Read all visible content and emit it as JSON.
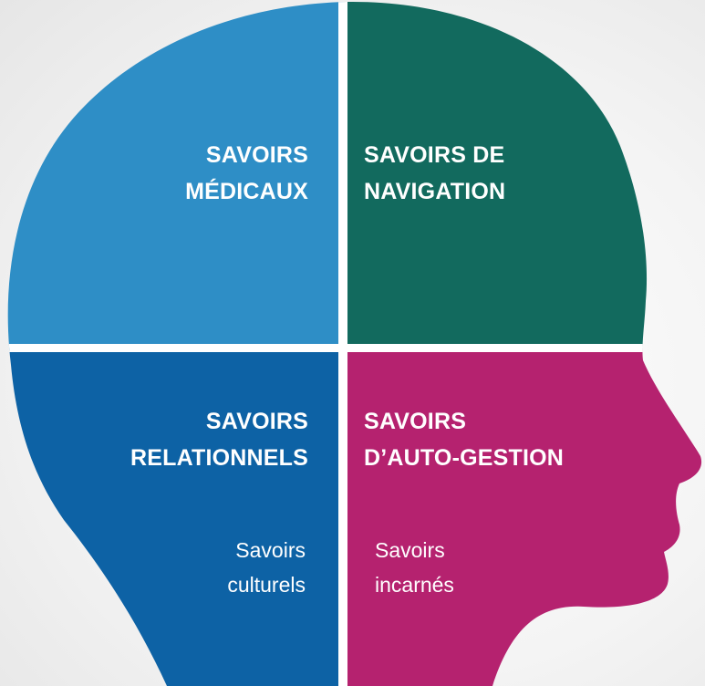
{
  "quadrants": {
    "top_left": {
      "title_lines": [
        "SAVOIRS",
        "MÉDICAUX"
      ],
      "color": "#2e8ec6"
    },
    "top_right": {
      "title_lines": [
        "SAVOIRS DE",
        "NAVIGATION"
      ],
      "color": "#126a5e"
    },
    "bottom_left": {
      "title_lines": [
        "SAVOIRS",
        "RELATIONNELS"
      ],
      "sub_lines": [
        "Savoirs",
        "culturels"
      ],
      "color": "#0d62a5"
    },
    "bottom_right": {
      "title_lines": [
        "SAVOIRS",
        "D’AUTO-GESTION"
      ],
      "sub_lines": [
        "Savoirs",
        "incarnés"
      ],
      "color": "#b5226f"
    }
  },
  "divider_color": "#ffffff"
}
